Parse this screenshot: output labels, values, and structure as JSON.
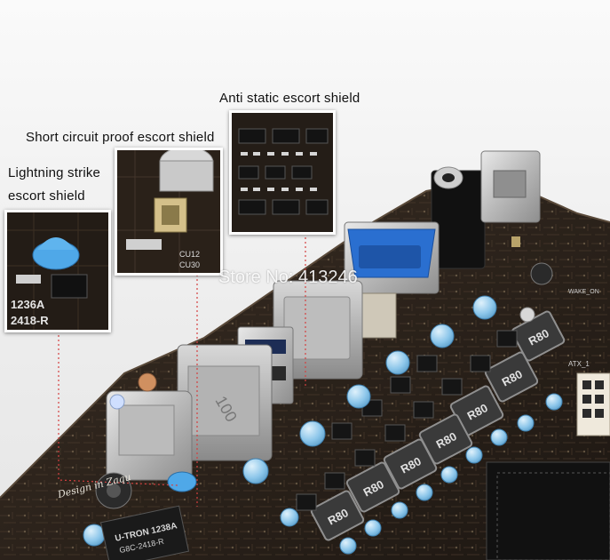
{
  "callouts": {
    "lightning": {
      "line1": "Lightning strike",
      "line2": "escort shield"
    },
    "short_circuit": "Short circuit proof escort shield",
    "anti_static": "Anti static escort shield"
  },
  "watermark": "Store No: 413246",
  "board_markings": {
    "inductor_label": "R80",
    "chip_line1": "U-TRON 1238A",
    "chip_line2": "G8C-2418-R",
    "inset_chip_line1": "1236A",
    "inset_chip_line2": "2418-R",
    "brand_script": "Design in Zaqu",
    "atx_label": "ATX_1",
    "wake_label": "WAKE_ON",
    "inset_code_1": "CU12",
    "inset_code_2": "CU30",
    "port_text": "100"
  },
  "colors": {
    "pcb": "#2a211b",
    "capacitor": "#9fd0ef",
    "vga": "#2a6fd0",
    "callout_line": "#d44040"
  }
}
